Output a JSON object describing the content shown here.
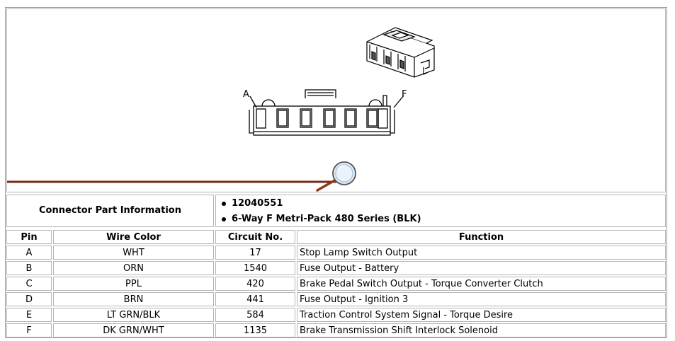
{
  "diagram": {
    "pin_label_a": "A",
    "pin_label_f": "F",
    "icons": [
      "connector-end-view",
      "connector-3d-view",
      "magnifier-icon"
    ]
  },
  "connector_info": {
    "label": "Connector Part Information",
    "items": [
      "12040551",
      "6-Way F Metri-Pack 480 Series (BLK)"
    ]
  },
  "table": {
    "headers": [
      "Pin",
      "Wire Color",
      "Circuit No.",
      "Function"
    ],
    "rows": [
      {
        "pin": "A",
        "wire_color": "WHT",
        "circuit": "17",
        "function": "Stop Lamp Switch Output"
      },
      {
        "pin": "B",
        "wire_color": "ORN",
        "circuit": "1540",
        "function": "Fuse Output - Battery"
      },
      {
        "pin": "C",
        "wire_color": "PPL",
        "circuit": "420",
        "function": "Brake Pedal Switch Output - Torque Converter Clutch"
      },
      {
        "pin": "D",
        "wire_color": "BRN",
        "circuit": "441",
        "function": "Fuse Output - Ignition 3"
      },
      {
        "pin": "E",
        "wire_color": "LT GRN/BLK",
        "circuit": "584",
        "function": "Traction Control System Signal - Torque Desire"
      },
      {
        "pin": "F",
        "wire_color": "DK GRN/WHT",
        "circuit": "1135",
        "function": "Brake Transmission Shift Interlock Solenoid"
      }
    ]
  }
}
